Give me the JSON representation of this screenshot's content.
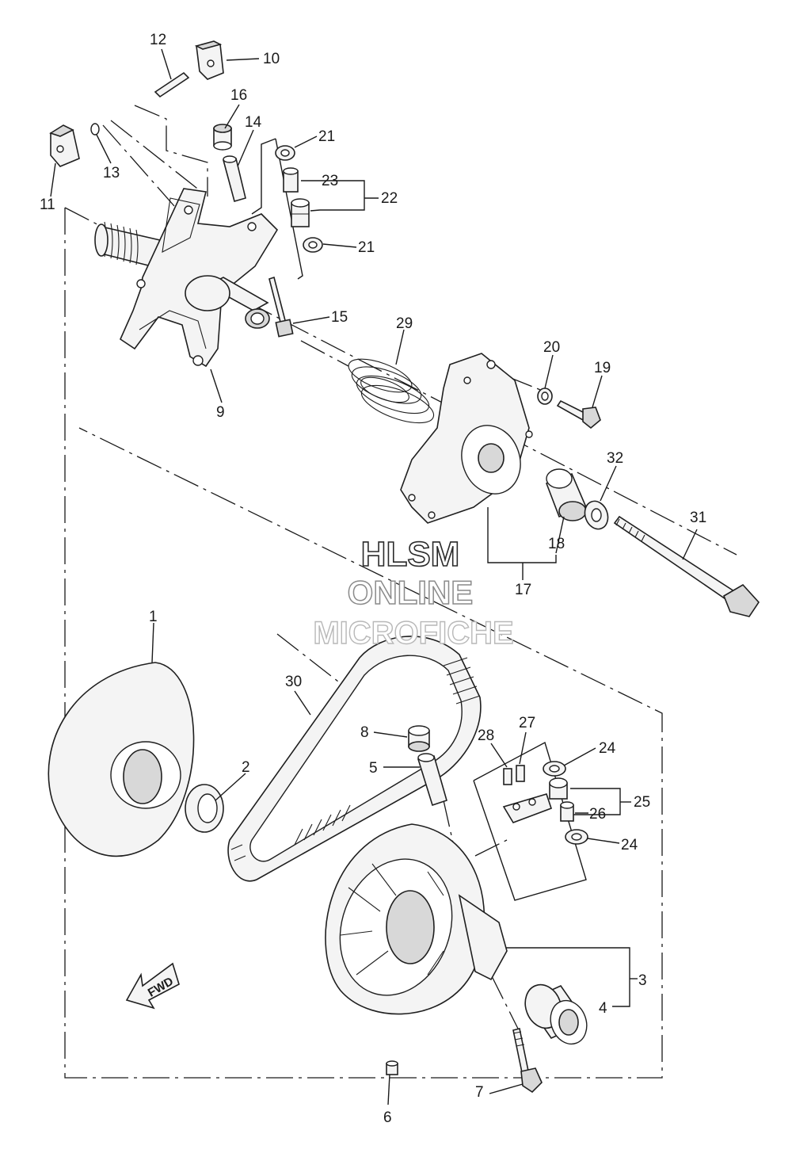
{
  "callouts": {
    "c1": "1",
    "c2": "2",
    "c3": "3",
    "c4": "4",
    "c5": "5",
    "c6": "6",
    "c7": "7",
    "c8": "8",
    "c9": "9",
    "c10": "10",
    "c11": "11",
    "c12": "12",
    "c13": "13",
    "c14": "14",
    "c15": "15",
    "c16": "16",
    "c17": "17",
    "c18": "18",
    "c19": "19",
    "c20": "20",
    "c21a": "21",
    "c21b": "21",
    "c22": "22",
    "c23": "23",
    "c24a": "24",
    "c24b": "24",
    "c25": "25",
    "c26": "26",
    "c27": "27",
    "c28": "28",
    "c29": "29",
    "c30": "30",
    "c31": "31",
    "c32": "32"
  },
  "watermark": {
    "line1": "HLSM",
    "line2": "ONLINE",
    "line3": "MICROFICHE"
  },
  "direction_marker": "FWD"
}
